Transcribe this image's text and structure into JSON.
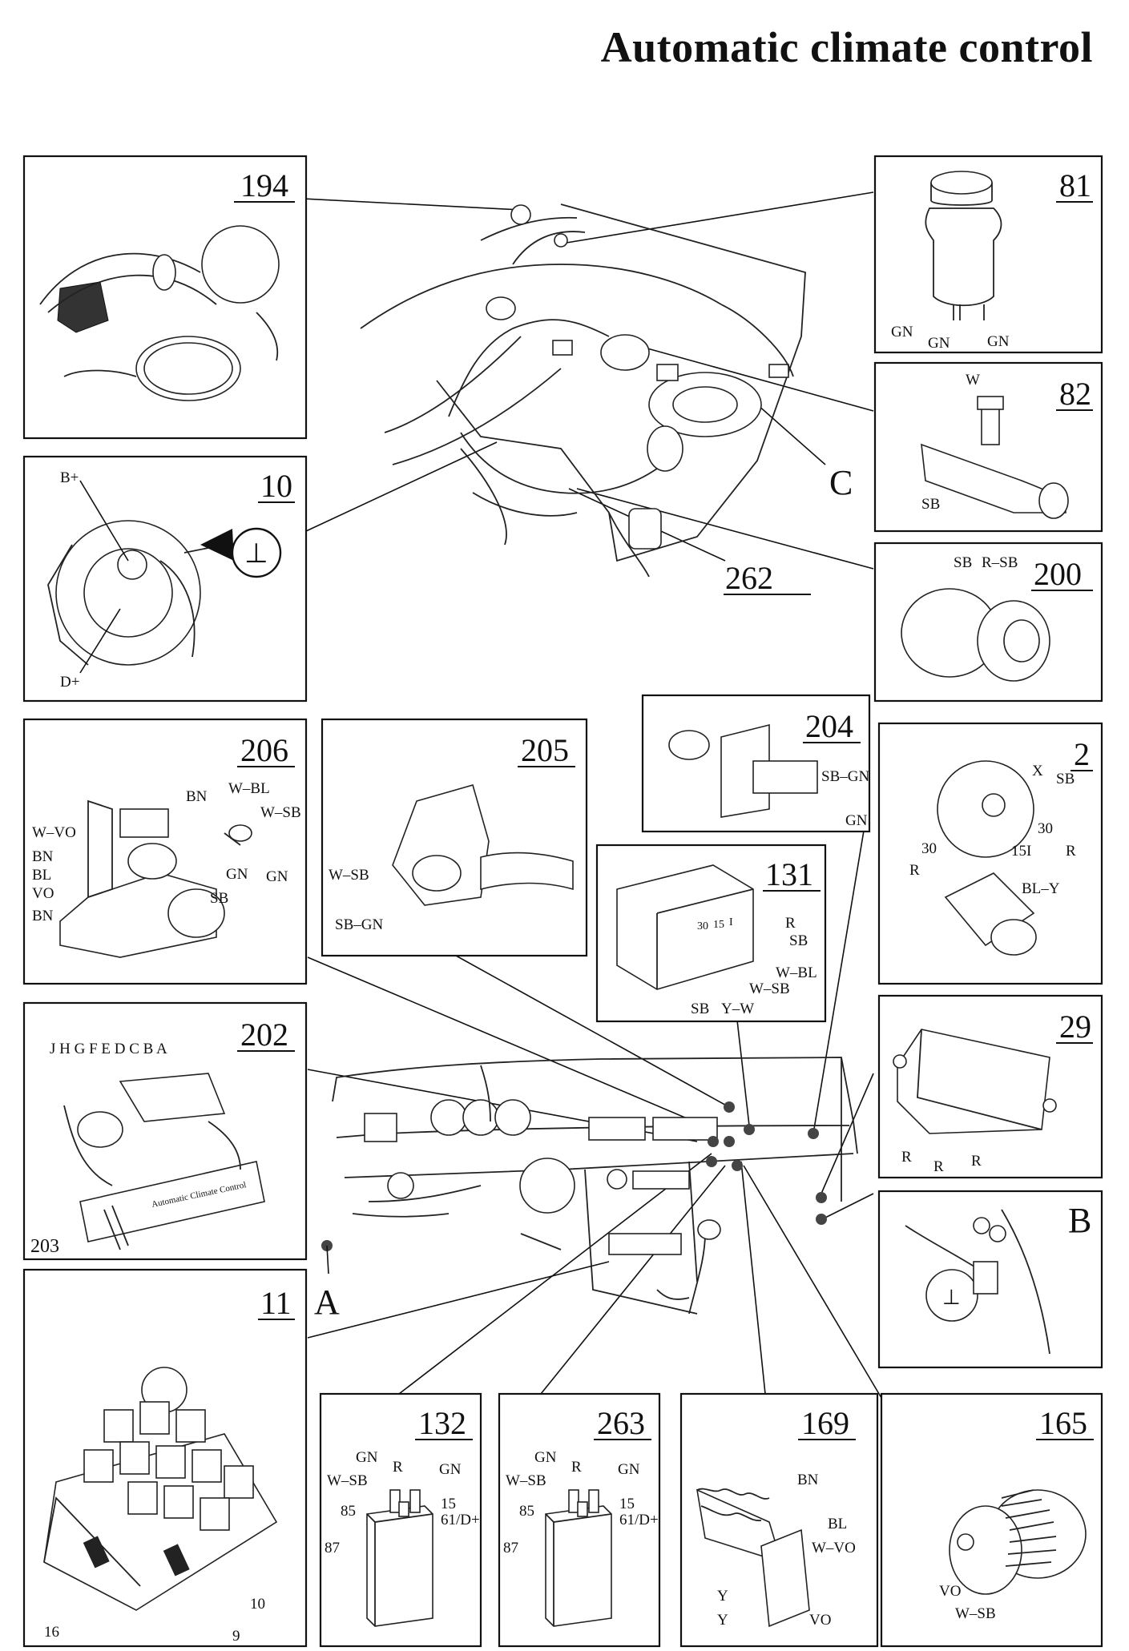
{
  "title": "Automatic climate control",
  "components": {
    "c194": {
      "number": "194"
    },
    "c81": {
      "number": "81",
      "wires": [
        "GN",
        "GN",
        "GN"
      ]
    },
    "c10": {
      "number": "10",
      "terminals": [
        "B+",
        "D+"
      ]
    },
    "c82": {
      "number": "82",
      "wires": [
        "W",
        "SB"
      ]
    },
    "c200": {
      "number": "200",
      "wires": [
        "SB",
        "R–SB"
      ]
    },
    "c262": {
      "number": "262"
    },
    "c206": {
      "number": "206",
      "wires": [
        "BN",
        "W–BL",
        "W–SB",
        "W–VO",
        "BN",
        "BL",
        "VO",
        "BN",
        "GN",
        "GN",
        "SB"
      ]
    },
    "c205": {
      "number": "205",
      "wires": [
        "W–SB",
        "SB–GN"
      ]
    },
    "c204": {
      "number": "204",
      "wires": [
        "SB–GN",
        "GN"
      ]
    },
    "c2": {
      "number": "2",
      "wires": [
        "X",
        "SB",
        "30",
        "R",
        "30",
        "R",
        "15I",
        "BL–Y"
      ]
    },
    "c131": {
      "number": "131",
      "pins": [
        "30",
        "15",
        "I"
      ],
      "wires": [
        "R",
        "SB",
        "W–BL",
        "W–SB",
        "SB",
        "Y–W"
      ]
    },
    "c202": {
      "number": "202",
      "pin_letters": "J H G F E D C B A",
      "panel_text": "Automatic Climate Control"
    },
    "c203": {
      "number": "203"
    },
    "c29": {
      "number": "29",
      "wires": [
        "R",
        "R",
        "R"
      ]
    },
    "c11": {
      "number": "11",
      "positions": [
        "16",
        "9",
        "10"
      ]
    },
    "c132": {
      "number": "132",
      "wires": [
        "GN",
        "R",
        "GN",
        "W–SB",
        "85",
        "15",
        "61/D+",
        "87"
      ]
    },
    "c263": {
      "number": "263",
      "wires": [
        "GN",
        "R",
        "GN",
        "W–SB",
        "85",
        "15",
        "61/D+",
        "87"
      ]
    },
    "c169": {
      "number": "169",
      "wires": [
        "BN",
        "BL",
        "W–VO",
        "Y",
        "Y",
        "VO"
      ]
    },
    "c165": {
      "number": "165",
      "wires": [
        "VO",
        "W–SB"
      ]
    }
  },
  "locations": {
    "A": "A",
    "B": "B",
    "C": "C"
  },
  "ground_symbol": "⊥"
}
